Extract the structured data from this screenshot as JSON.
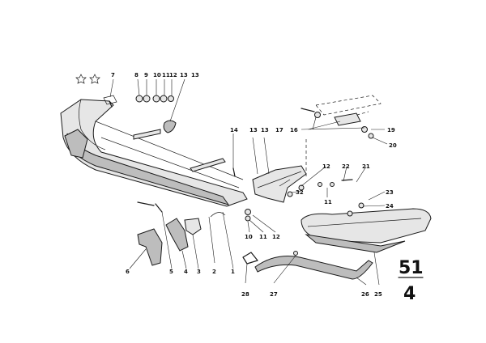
{
  "diagram": {
    "section_number": "51",
    "section_sub": "4",
    "callouts": [
      {
        "id": "c1",
        "text": "1"
      },
      {
        "id": "c2",
        "text": "2"
      },
      {
        "id": "c3",
        "text": "3"
      },
      {
        "id": "c4",
        "text": "4"
      },
      {
        "id": "c5",
        "text": "5"
      },
      {
        "id": "c6",
        "text": "6"
      },
      {
        "id": "c7",
        "text": "7"
      },
      {
        "id": "c8",
        "text": "8"
      },
      {
        "id": "c9",
        "text": "9"
      },
      {
        "id": "c10",
        "text": "10"
      },
      {
        "id": "c11",
        "text": "11"
      },
      {
        "id": "c12",
        "text": "12"
      },
      {
        "id": "c13a",
        "text": "13"
      },
      {
        "id": "c13b",
        "text": "13"
      },
      {
        "id": "c14",
        "text": "14"
      },
      {
        "id": "c13c",
        "text": "13"
      },
      {
        "id": "c13d",
        "text": "13"
      },
      {
        "id": "c12b",
        "text": "12"
      },
      {
        "id": "c22",
        "text": "22"
      },
      {
        "id": "c21",
        "text": "21"
      },
      {
        "id": "c17",
        "text": "17"
      },
      {
        "id": "c16",
        "text": "16"
      },
      {
        "id": "c19",
        "text": "19"
      },
      {
        "id": "c20",
        "text": "20"
      },
      {
        "id": "c23",
        "text": "23"
      },
      {
        "id": "c24",
        "text": "24"
      },
      {
        "id": "c32",
        "text": "32"
      },
      {
        "id": "c11b",
        "text": "11"
      },
      {
        "id": "c10b",
        "text": "10"
      },
      {
        "id": "c11c",
        "text": "11"
      },
      {
        "id": "c12c",
        "text": "12"
      },
      {
        "id": "c28",
        "text": "28"
      },
      {
        "id": "c27",
        "text": "27"
      },
      {
        "id": "c26",
        "text": "26"
      },
      {
        "id": "c25",
        "text": "25"
      }
    ]
  }
}
